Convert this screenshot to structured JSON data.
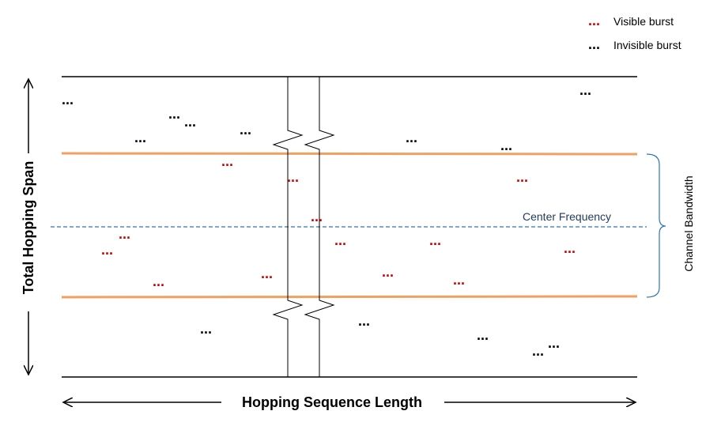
{
  "legend": {
    "visible_symbol": "...",
    "visible_label": "Visible burst",
    "invisible_symbol": "...",
    "invisible_label": "Invisible burst"
  },
  "labels": {
    "center_frequency": "Center Frequency",
    "channel_bandwidth": "Channel Bandwidth",
    "total_hopping_span": "Total Hopping Span",
    "hopping_sequence_length": "Hopping Sequence Length"
  },
  "burst_symbol": "...",
  "colors": {
    "visible_burst": "#cc0000",
    "invisible_burst": "#000000",
    "band_edge": "#f0a060",
    "center_line": "#2e75b6",
    "bracket": "#2e75b6"
  }
}
